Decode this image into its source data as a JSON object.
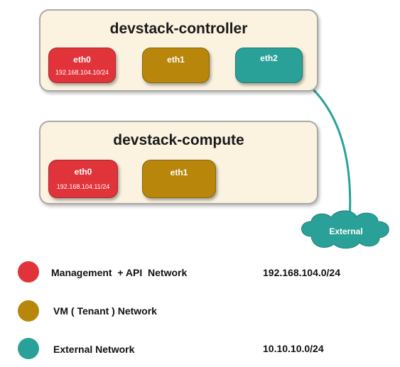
{
  "controller": {
    "title": "devstack-controller",
    "nics": [
      {
        "name": "eth0",
        "ip": "192.168.104.10/24",
        "color": "#e0343a"
      },
      {
        "name": "eth1",
        "ip": "",
        "color": "#b8860b"
      },
      {
        "name": "eth2",
        "ip": "",
        "color": "#2aa198"
      }
    ]
  },
  "compute": {
    "title": "devstack-compute",
    "nics": [
      {
        "name": "eth0",
        "ip": "192.168.104.11/24",
        "color": "#e0343a"
      },
      {
        "name": "eth1",
        "ip": "",
        "color": "#b8860b"
      }
    ]
  },
  "cloud": {
    "label": "External",
    "color": "#2aa198"
  },
  "legend": [
    {
      "color": "#e0343a",
      "label": "Management  + API  Network",
      "value": "192.168.104.0/24"
    },
    {
      "color": "#b8860b",
      "label": "VM ( Tenant ) Network",
      "value": ""
    },
    {
      "color": "#2aa198",
      "label": "External Network",
      "value": "10.10.10.0/24"
    }
  ]
}
